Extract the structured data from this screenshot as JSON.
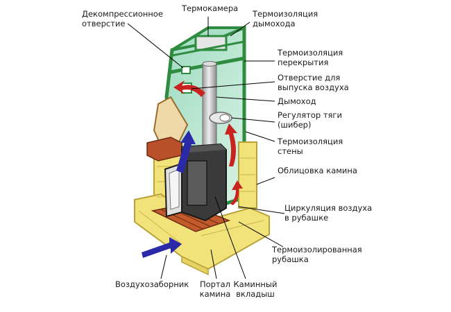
{
  "labels": {
    "decompression_hole": "Декомпрессионное\nотверстие",
    "thermo_chamber": "Термокамера",
    "chimney_insulation": "Термоизоляция\nдымохода",
    "ceiling_insulation": "Термоизоляция\nперекрытия",
    "air_outlet": "Отверстие для\nвыпуска воздуха",
    "chimney": "Дымоход",
    "draft_regulator": "Регулятор тяги\n(шибер)",
    "wall_insulation": "Термоизоляция\nстены",
    "cladding": "Облицовка камина",
    "air_circulation": "Циркуляция воздуха\nв рубашке",
    "insulated_jacket": "Термоизолированная\nрубашка",
    "air_intake": "Воздухозаборник",
    "portal": "Портал\nкамина",
    "insert": "Каминный\nвкладыш"
  },
  "colors": {
    "insulation_green": "#2e8b3f",
    "jacket_fill": "#bfe6d2",
    "cladding_yellow": "#f2e27a",
    "brick_red": "#b8502a",
    "insert_dark": "#3a3a3a",
    "chimney_gray": "#c9c9c9",
    "arrow_blue": "#2a2aa8",
    "arrow_red": "#c8231e",
    "leader_line": "#000000"
  },
  "icons": [
    "arrow-blue-intake",
    "arrow-blue-convection",
    "arrow-red-outlet",
    "arrow-red-circulation"
  ]
}
